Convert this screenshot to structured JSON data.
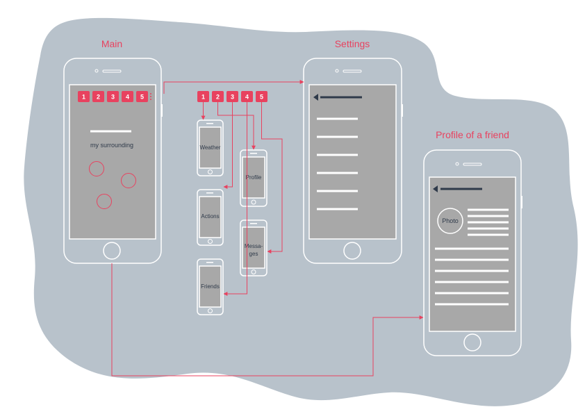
{
  "colors": {
    "background_blob": "#b8c2cb",
    "accent": "#e8425f",
    "screen": "#a8a8a8",
    "outline": "#ffffff",
    "dark_line": "#2f3a4a"
  },
  "screens": {
    "main": {
      "title": "Main",
      "tabs": [
        "1",
        "2",
        "3",
        "4",
        "5"
      ],
      "surrounding_label": "my surrounding"
    },
    "settings": {
      "title": "Settings"
    },
    "profile_friend": {
      "title": "Profile of a friend",
      "photo_label": "Photo"
    }
  },
  "tab_badges": [
    "1",
    "2",
    "3",
    "4",
    "5"
  ],
  "mini_screens": {
    "weather": "Weather",
    "profile": "Profile",
    "actions": "Actions",
    "messages_line1": "Messa-",
    "messages_line2": "ges",
    "friends": "Friends"
  }
}
